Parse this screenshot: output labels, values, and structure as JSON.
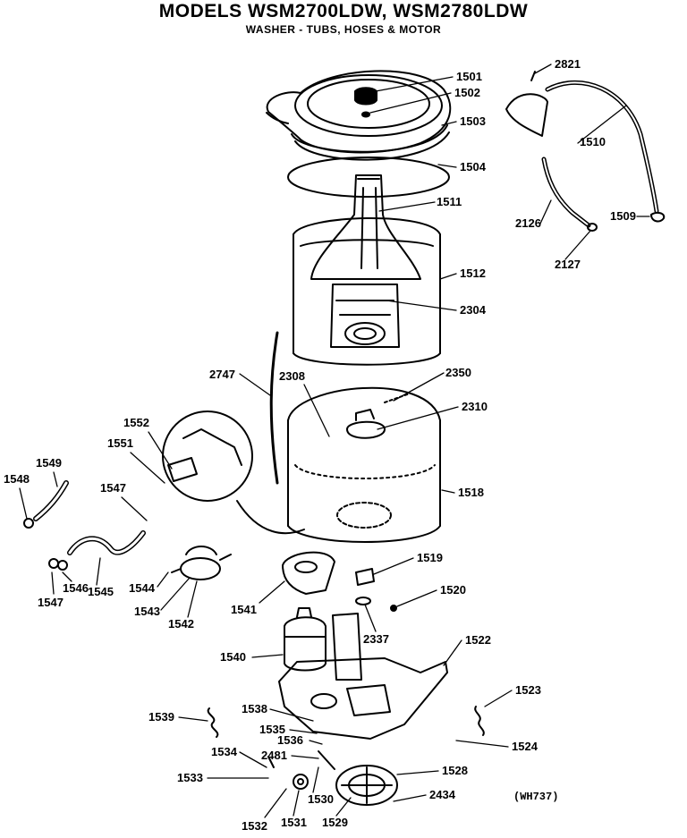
{
  "header": {
    "title": "MODELS WSM2700LDW, WSM2780LDW",
    "subtitle": "WASHER - TUBS, HOSES & MOTOR"
  },
  "reference_code": "(WH737)",
  "parts": [
    "1501",
    "1502",
    "1503",
    "1504",
    "1511",
    "1512",
    "2304",
    "2821",
    "1510",
    "2126",
    "1509",
    "2127",
    "2747",
    "2308",
    "2350",
    "2310",
    "1518",
    "1552",
    "1551",
    "1549",
    "1548",
    "1547",
    "1547",
    "1546",
    "1545",
    "1544",
    "1543",
    "1542",
    "1541",
    "1519",
    "1520",
    "2337",
    "1540",
    "1522",
    "1523",
    "1524",
    "1539",
    "1538",
    "1535",
    "1536",
    "2481",
    "1534",
    "1533",
    "1530",
    "1528",
    "2434",
    "1532",
    "1531",
    "1529"
  ]
}
